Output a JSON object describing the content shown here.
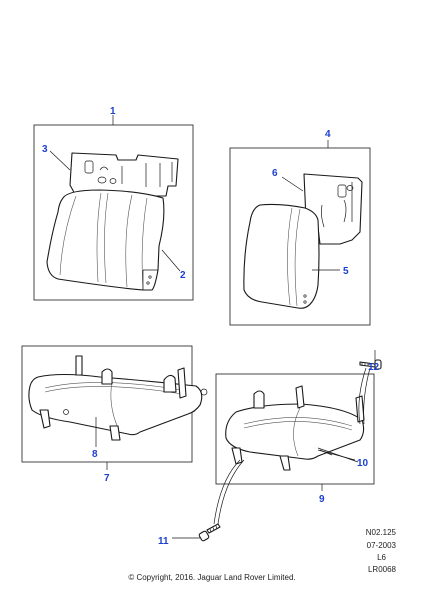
{
  "callouts": [
    "1",
    "2",
    "3",
    "4",
    "5",
    "6",
    "7",
    "8",
    "9",
    "10",
    "11",
    "12"
  ],
  "reference": {
    "code": "N02.125",
    "date": "07-2003",
    "model": "L6",
    "catalogue": "LR0068"
  },
  "copyright": "© Copyright, 2016. Jaguar Land Rover Limited.",
  "colors": {
    "callout": "#1b3fcf",
    "line": "#1a1a1a"
  }
}
